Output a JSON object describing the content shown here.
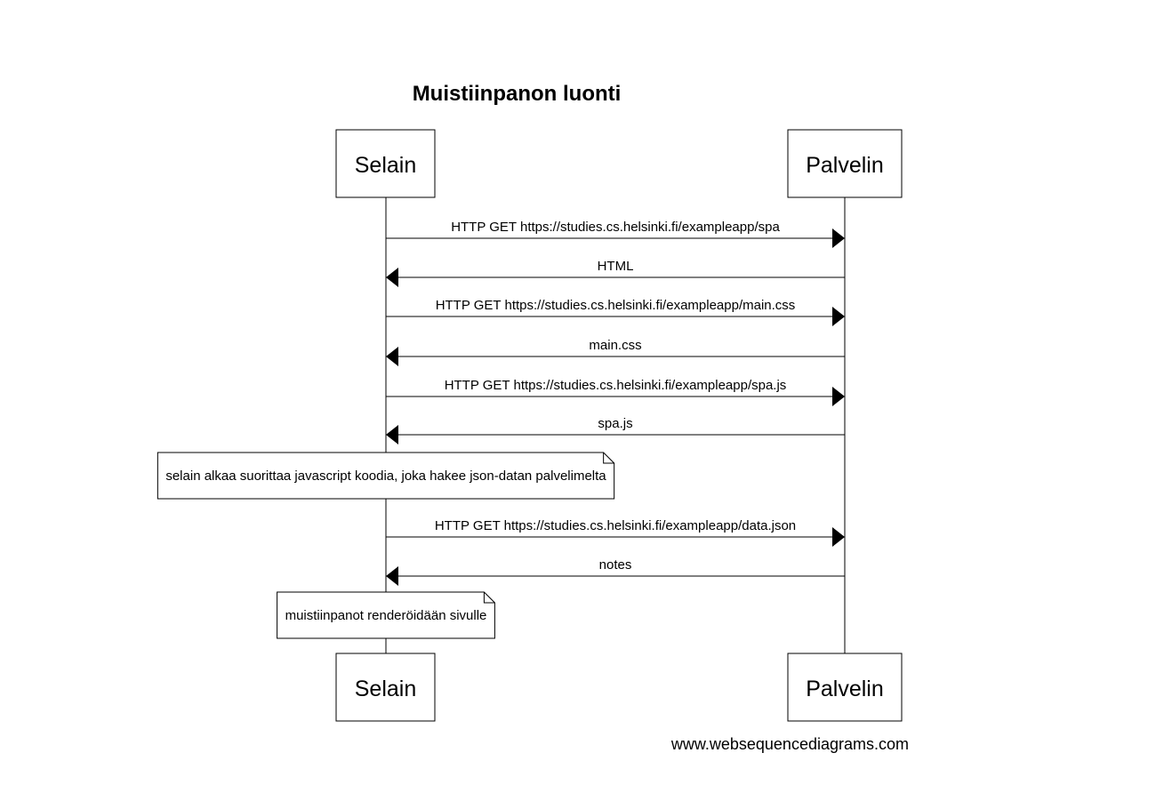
{
  "diagram": {
    "title": "Muistiinpanon luonti",
    "participants": [
      {
        "id": "selain",
        "label": "Selain"
      },
      {
        "id": "palvelin",
        "label": "Palvelin"
      }
    ],
    "steps": [
      {
        "kind": "message",
        "from": "selain",
        "to": "palvelin",
        "label": "HTTP GET https://studies.cs.helsinki.fi/exampleapp/spa"
      },
      {
        "kind": "message",
        "from": "palvelin",
        "to": "selain",
        "label": "HTML"
      },
      {
        "kind": "message",
        "from": "selain",
        "to": "palvelin",
        "label": "HTTP GET https://studies.cs.helsinki.fi/exampleapp/main.css"
      },
      {
        "kind": "message",
        "from": "palvelin",
        "to": "selain",
        "label": "main.css"
      },
      {
        "kind": "message",
        "from": "selain",
        "to": "palvelin",
        "label": "HTTP GET https://studies.cs.helsinki.fi/exampleapp/spa.js"
      },
      {
        "kind": "message",
        "from": "palvelin",
        "to": "selain",
        "label": "spa.js"
      },
      {
        "kind": "note",
        "over": "selain",
        "label": "selain alkaa suorittaa javascript koodia, joka hakee json-datan palvelimelta"
      },
      {
        "kind": "message",
        "from": "selain",
        "to": "palvelin",
        "label": "HTTP GET https://studies.cs.helsinki.fi/exampleapp/data.json"
      },
      {
        "kind": "message",
        "from": "palvelin",
        "to": "selain",
        "label": "notes"
      },
      {
        "kind": "note",
        "over": "selain",
        "label": "muistiinpanot renderöidään sivulle"
      }
    ],
    "watermark": "www.websequencediagrams.com"
  }
}
